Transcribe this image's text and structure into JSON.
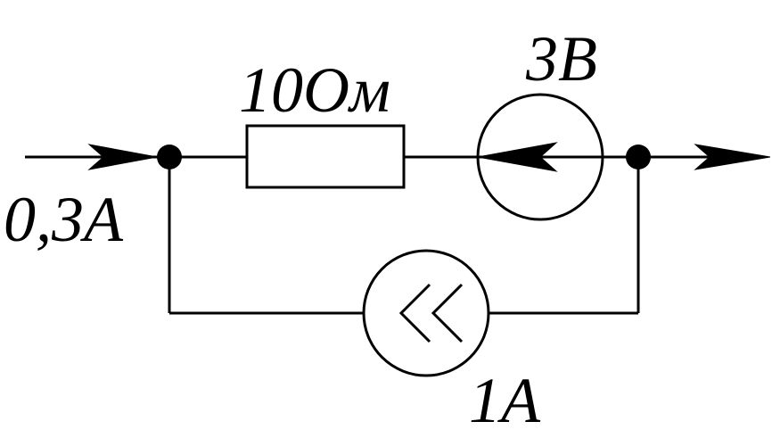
{
  "labels": {
    "input_current": "0,3A",
    "resistor": "10Ом",
    "voltage_source": "3B",
    "current_source": "1A"
  },
  "colors": {
    "line": "#000000",
    "background": "#ffffff"
  },
  "icons": {
    "voltage_source": "circle-with-through-line-and-arrow",
    "current_source": "circle-with-double-chevron"
  }
}
